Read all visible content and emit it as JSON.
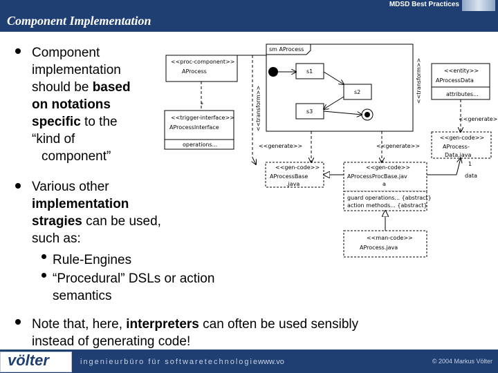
{
  "header": {
    "top_label": "MDSD Best Practices",
    "title": "Component Implementation"
  },
  "content": {
    "bullet1": [
      "Component",
      "implementation",
      "should be ",
      "based",
      "on notations",
      "specific",
      " to the",
      "“kind of",
      "component”"
    ],
    "bullet2": [
      "Various other",
      "implementation",
      "stragies",
      " can be used,",
      "such as:"
    ],
    "subbullet1": "Rule-Engines",
    "subbullet2": [
      "“Procedural” DSLs or action",
      "semantics"
    ],
    "bullet3": [
      "Note that, here, ",
      "interpreters",
      " can often be used sensibly",
      "instead of generating code!"
    ]
  },
  "diagram": {
    "sm_label": "sm AProcess",
    "proc_component": "<<proc-component>>",
    "aprocess": "AProcess",
    "star": "*",
    "trigger_interface": "<<trigger-interface>>",
    "aprocess_interface": "AProcessInterface",
    "operations": "operations...",
    "s1": "s1",
    "s2": "s2",
    "s3": "s3",
    "transform1": "<<transform>>",
    "transform2": "<<transform>>",
    "entity": "<<entity>>",
    "aprocess_data": "AProcessData",
    "attributes": "attributes...",
    "generate1": "<<generate>>",
    "generate2": "<<generate>>",
    "generate3": "<<generate>>",
    "gen_code1": "<<gen-code>>",
    "gen_code1_name": "AProcessBase\n.java",
    "gen_code2": "<<gen-code>>",
    "gen_code2_name": "AProcessProcBase.jav\na",
    "guard_ops": "guard operations... {abstract}",
    "action_methods": "action methods... {abstract}",
    "gen_code3": "<<gen-code>>",
    "gen_code3_name": "AProcess-\nData.java",
    "one": "1",
    "data": "data",
    "man_code": "<<man-code>>",
    "man_code_name": "AProcess.java"
  },
  "footer": {
    "brand": "völter",
    "tagline": "ingenieurbüro für softwaretechnologie",
    "web": "www.vo",
    "copyright": "© 2004  Markus Völter"
  },
  "colors": {
    "header_bg": "#1f3e72",
    "header_text": "#ffffff"
  }
}
